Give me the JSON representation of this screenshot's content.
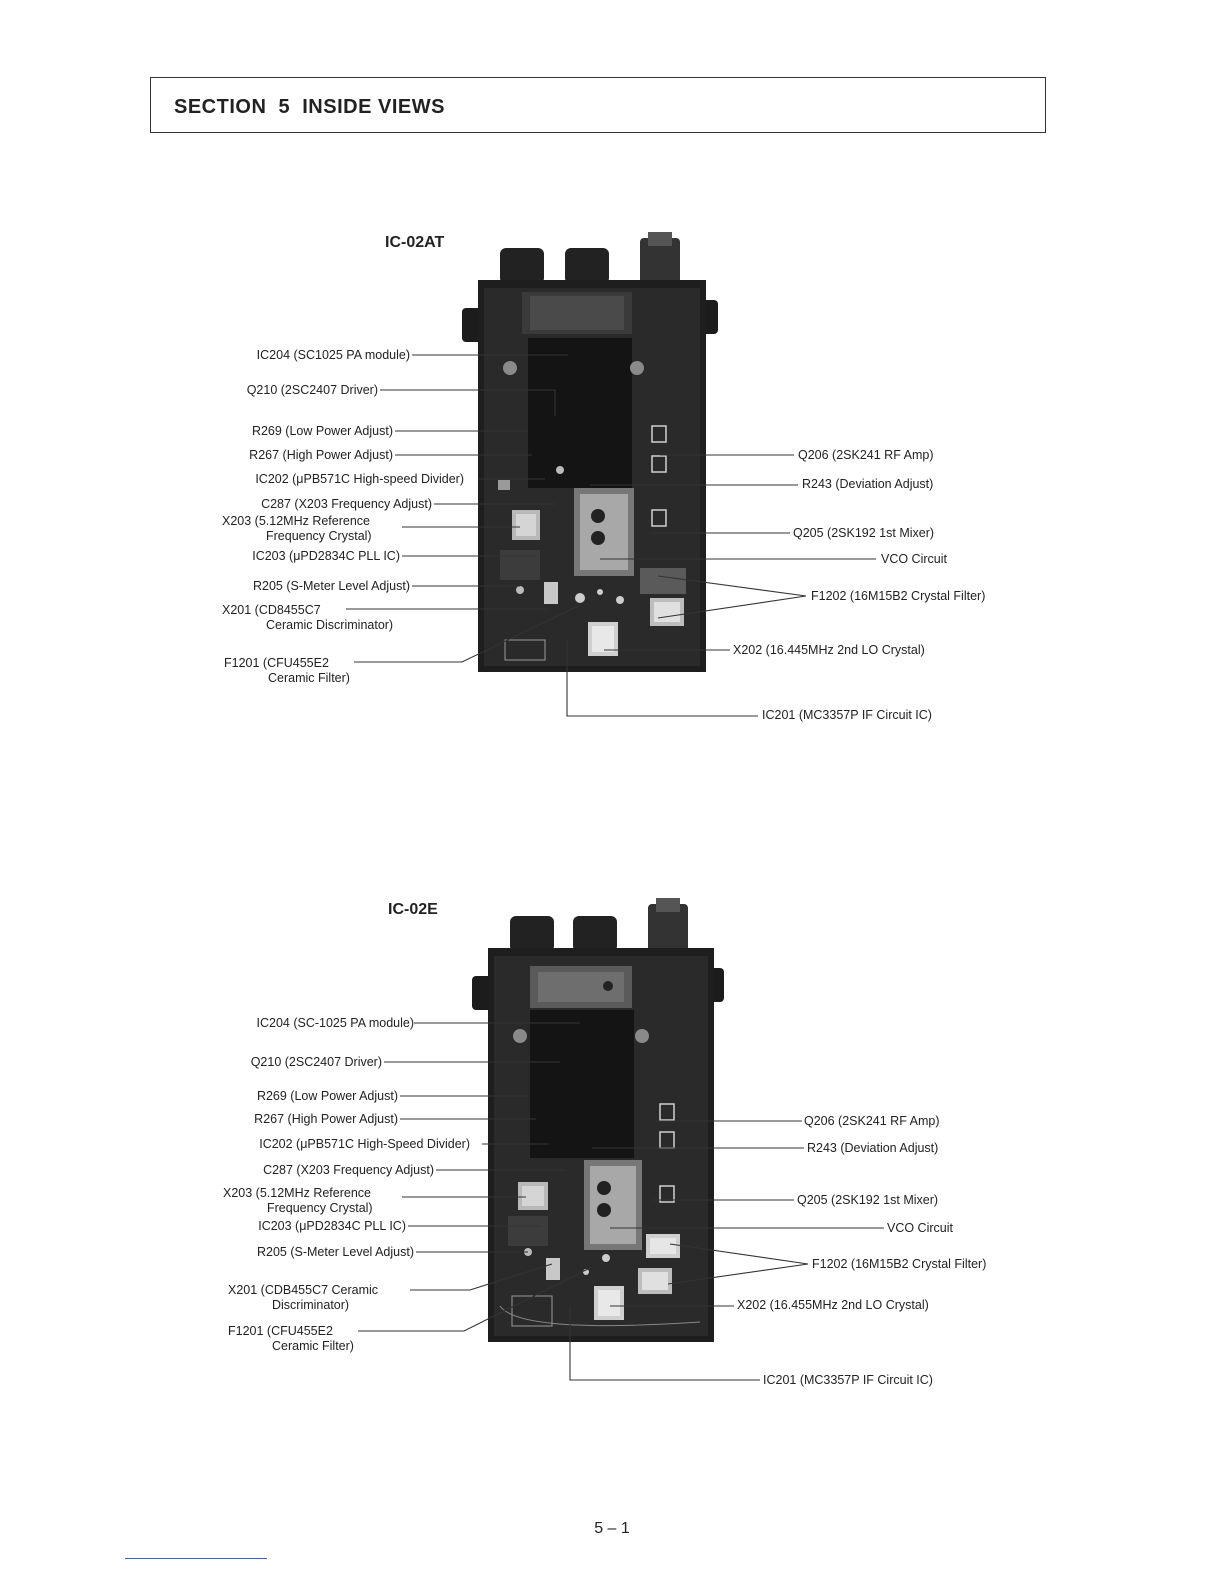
{
  "section": {
    "title": "SECTION  5  INSIDE VIEWS"
  },
  "diagrams": [
    {
      "model": "IC-02AT",
      "left_labels": [
        {
          "text": "IC204 (SC1025 PA module)"
        },
        {
          "text": "Q210 (2SC2407 Driver)"
        },
        {
          "text": "R269 (Low Power Adjust)"
        },
        {
          "text": "R267 (High Power Adjust)"
        },
        {
          "text": "IC202 (μPB571C High-speed Divider)"
        },
        {
          "text": "C287 (X203 Frequency Adjust)"
        },
        {
          "text": "X203 (5.12MHz Reference",
          "sub": "Frequency Crystal)"
        },
        {
          "text": "IC203 (μPD2834C PLL IC)"
        },
        {
          "text": "R205 (S-Meter Level Adjust)"
        },
        {
          "text": "X201 (CD8455C7",
          "sub": "Ceramic Discriminator)"
        },
        {
          "text": "F1201 (CFU455E2",
          "sub": "Ceramic Filter)"
        }
      ],
      "right_labels": [
        {
          "text": "Q206 (2SK241 RF Amp)"
        },
        {
          "text": "R243 (Deviation Adjust)"
        },
        {
          "text": "Q205 (2SK192 1st Mixer)"
        },
        {
          "text": "VCO Circuit"
        },
        {
          "text": "F1202 (16M15B2 Crystal Filter)"
        },
        {
          "text": "X202 (16.445MHz 2nd LO Crystal)"
        },
        {
          "text": "IC201 (MC3357P IF Circuit IC)"
        }
      ]
    },
    {
      "model": "IC-02E",
      "left_labels": [
        {
          "text": "IC204 (SC-1025 PA module)"
        },
        {
          "text": "Q210 (2SC2407 Driver)"
        },
        {
          "text": "R269 (Low Power Adjust)"
        },
        {
          "text": "R267 (High Power Adjust)"
        },
        {
          "text": "IC202 (μPB571C High-Speed Divider)"
        },
        {
          "text": "C287 (X203 Frequency Adjust)"
        },
        {
          "text": "X203 (5.12MHz Reference",
          "sub": "Frequency Crystal)"
        },
        {
          "text": "IC203 (μPD2834C PLL IC)"
        },
        {
          "text": "R205 (S-Meter Level Adjust)"
        },
        {
          "text": "X201 (CDB455C7 Ceramic",
          "sub": "Discriminator)"
        },
        {
          "text": "F1201 (CFU455E2",
          "sub": "Ceramic Filter)"
        }
      ],
      "right_labels": [
        {
          "text": "Q206 (2SK241 RF Amp)"
        },
        {
          "text": "R243 (Deviation Adjust)"
        },
        {
          "text": "Q205 (2SK192 1st Mixer)"
        },
        {
          "text": "VCO Circuit"
        },
        {
          "text": "F1202 (16M15B2 Crystal Filter)"
        },
        {
          "text": "X202 (16.455MHz 2nd LO Crystal)"
        },
        {
          "text": "IC201 (MC3357P IF Circuit IC)"
        }
      ]
    }
  ],
  "page": {
    "number": "5 – 1"
  }
}
